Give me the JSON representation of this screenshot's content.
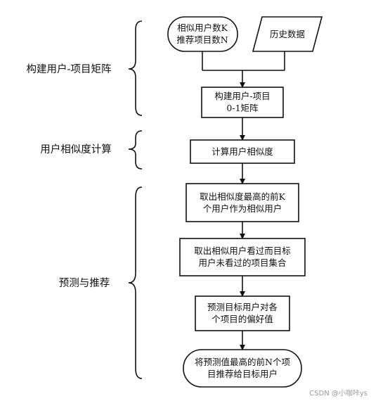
{
  "stages": [
    {
      "label": "构建用户-项目矩阵"
    },
    {
      "label": "用户相似度计算"
    },
    {
      "label": "预测与推荐"
    }
  ],
  "nodes": {
    "params": {
      "lines": [
        "相似用户数K",
        "推荐项目数N"
      ]
    },
    "history": {
      "lines": [
        "历史数据"
      ]
    },
    "build_matrix": {
      "lines": [
        "构建用户-项目",
        "0-1矩阵"
      ]
    },
    "calc_similarity": {
      "lines": [
        "计算用户相似度"
      ]
    },
    "top_k": {
      "lines": [
        "取出相似度最高的前K",
        "个用户作为相似用户"
      ]
    },
    "unseen_items": {
      "lines": [
        "取出相似用户看过而目标",
        "用户未看过的项目集合"
      ]
    },
    "predict": {
      "lines": [
        "预测目标用户对各",
        "个项目的偏好值"
      ]
    },
    "recommend": {
      "lines": [
        "将预测值最高的前N个项",
        "目推荐给目标用户"
      ]
    }
  },
  "watermark": "CSDN @小咖咔ys"
}
